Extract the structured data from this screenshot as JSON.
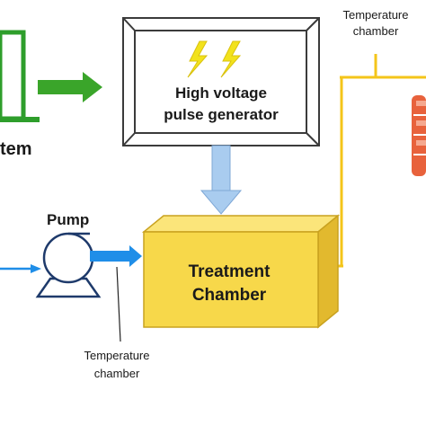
{
  "diagram": {
    "left_block_label_fragment": "tem",
    "generator_label": [
      "High voltage",
      "pulse generator"
    ],
    "treatment_chamber_label": [
      "Treatment",
      "Chamber"
    ],
    "pump_label": "Pump",
    "temperature_chamber_top": [
      "Temperature",
      "chamber"
    ],
    "temperature_chamber_bottom": [
      "Temperature",
      "chamber"
    ]
  },
  "colors": {
    "green_arrow": "#3aa52a",
    "laptop_green": "#2e9e2b",
    "lightning": "#f2e21c",
    "blue_down_arrow": "#a9ccef",
    "chamber_front": "#f7d84a",
    "chamber_top": "#fbe57a",
    "chamber_side": "#e2b92e",
    "yellow_wire": "#f4c51a",
    "inlet_blue": "#1f8ee8",
    "pump_outline": "#1e3a6b",
    "battery_orange": "#e8623c"
  },
  "icons": {
    "lightning": "lightning-bolt-icon",
    "laptop": "laptop-icon",
    "pump": "pump-icon",
    "battery": "battery-stack-icon"
  }
}
